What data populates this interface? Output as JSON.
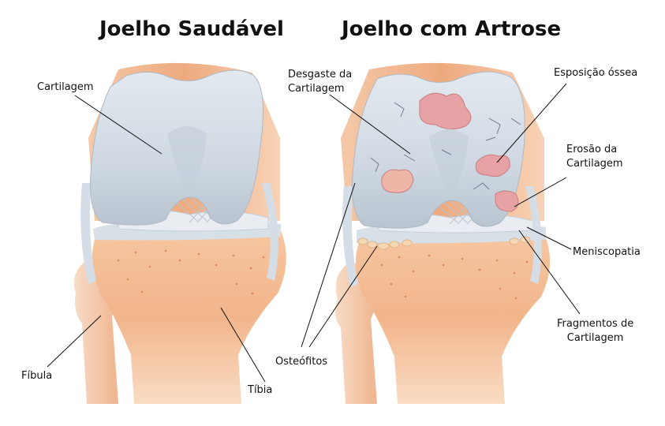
{
  "titles": {
    "healthy": "Joelho Saudável",
    "arthrosis": "Joelho com Artrose"
  },
  "labels": {
    "cartilage": "Cartilagem",
    "fibula": "Fíbula",
    "tibia": "Tíbia",
    "cartilage_wear": [
      "Desgaste da",
      "Cartilagem"
    ],
    "osteophytes": "Osteófitos",
    "bone_exposure": "Esposição óssea",
    "cartilage_erosion": [
      "Erosão da",
      "Cartilagem"
    ],
    "meniscopathy": "Meniscopatia",
    "cartilage_fragments": [
      "Fragmentos de",
      "Cartilagem"
    ]
  },
  "colors": {
    "bone": "#f2b58b",
    "bone_light": "#f9d9bf",
    "cartilage": "#cfd8e2",
    "cartilage_light": "#e6ecf2",
    "ligament": "#e9edf2",
    "lesion": "#e7a2a6",
    "leader_line": "#111111"
  }
}
